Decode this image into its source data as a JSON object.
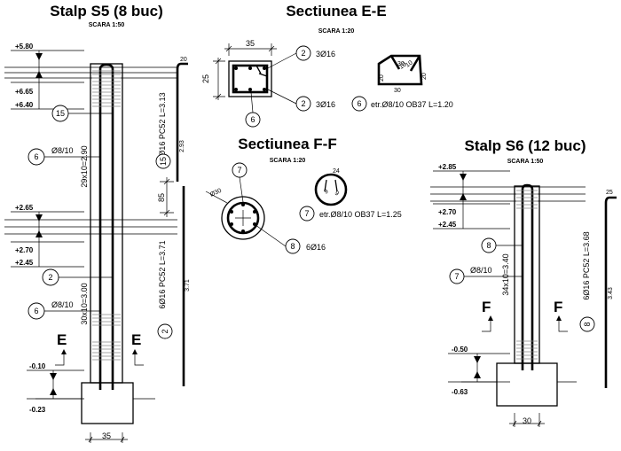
{
  "s5": {
    "title": "Stalp S5 (8 buc)",
    "scale": "SCARA 1:50",
    "levels": [
      "+5.80",
      "+6.65",
      "+6.40",
      "+2.65",
      "+2.70",
      "+2.45",
      "-0.10",
      "-0.23"
    ],
    "bar15": {
      "num": "15",
      "spec": "6Ø16 PC52",
      "length": "L=3.13",
      "dims": [
        "20",
        "2.93"
      ]
    },
    "bar2": {
      "num": "2",
      "spec": "6Ø16 PC52",
      "length": "L=3.71",
      "dims": [
        "3.71"
      ]
    },
    "stirrups_top": {
      "num": "6",
      "dia": "Ø8/10",
      "pitch": "29x10=2.90"
    },
    "stirrups_bottom": {
      "num": "6",
      "dia": "Ø8/10",
      "pitch": "30x10=3.00"
    },
    "dim_85": "85",
    "width": "35",
    "cut": "E"
  },
  "se": {
    "title": "Sectiunea E-E",
    "scale": "SCARA 1:20",
    "width": "35",
    "height": "25",
    "rebar_top": {
      "num": "2",
      "text": "3Ø16"
    },
    "rebar_bottom": {
      "num": "2",
      "text": "3Ø16"
    },
    "stirrup_num": "6",
    "stirrup": {
      "num": "6",
      "text": "etr.Ø8/10 OB37 L=1.20"
    },
    "shape_dims": [
      "10",
      "10",
      "20",
      "20",
      "30",
      "30"
    ]
  },
  "sf": {
    "title": "Sectiunea F-F",
    "scale": "SCARA 1:20",
    "diameter": "Ø30",
    "stirrup_num": "7",
    "rebar": {
      "num": "8",
      "text": "6Ø16"
    },
    "stirrup": {
      "num": "7",
      "text": "etr.Ø8/10 OB37 L=1.25"
    },
    "hoop_dims": [
      "24",
      "9",
      "9"
    ]
  },
  "s6": {
    "title": "Stalp S6 (12 buc)",
    "scale": "SCARA 1:50",
    "levels": [
      "+2.85",
      "+2.70",
      "+2.45",
      "-0.50",
      "-0.63"
    ],
    "bar8": {
      "num": "8",
      "spec": "6Ø16 PC52",
      "length": "L=3.68",
      "dims": [
        "25",
        "3.43"
      ]
    },
    "stirrups": {
      "num": "7",
      "dia": "Ø8/10",
      "pitch": "34x10=3.40"
    },
    "width": "30",
    "cut": "F"
  }
}
